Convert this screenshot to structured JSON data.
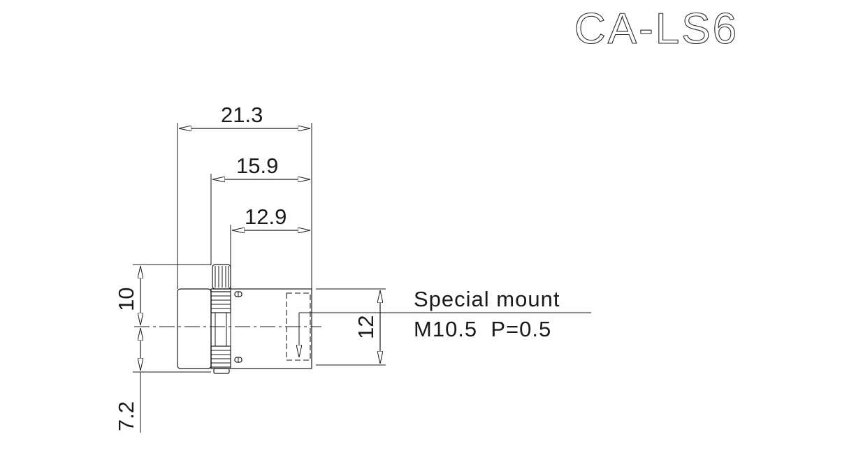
{
  "drawing": {
    "title": "CA-LS6",
    "dimensions": {
      "overall_length": "21.3",
      "mid_length": "15.9",
      "body_length": "12.9",
      "screw_height": "10",
      "bottom_offset": "7.2",
      "diameter": "12"
    },
    "mount": {
      "line1": "Special mount",
      "line2": "M10.5  P=0.5"
    }
  }
}
